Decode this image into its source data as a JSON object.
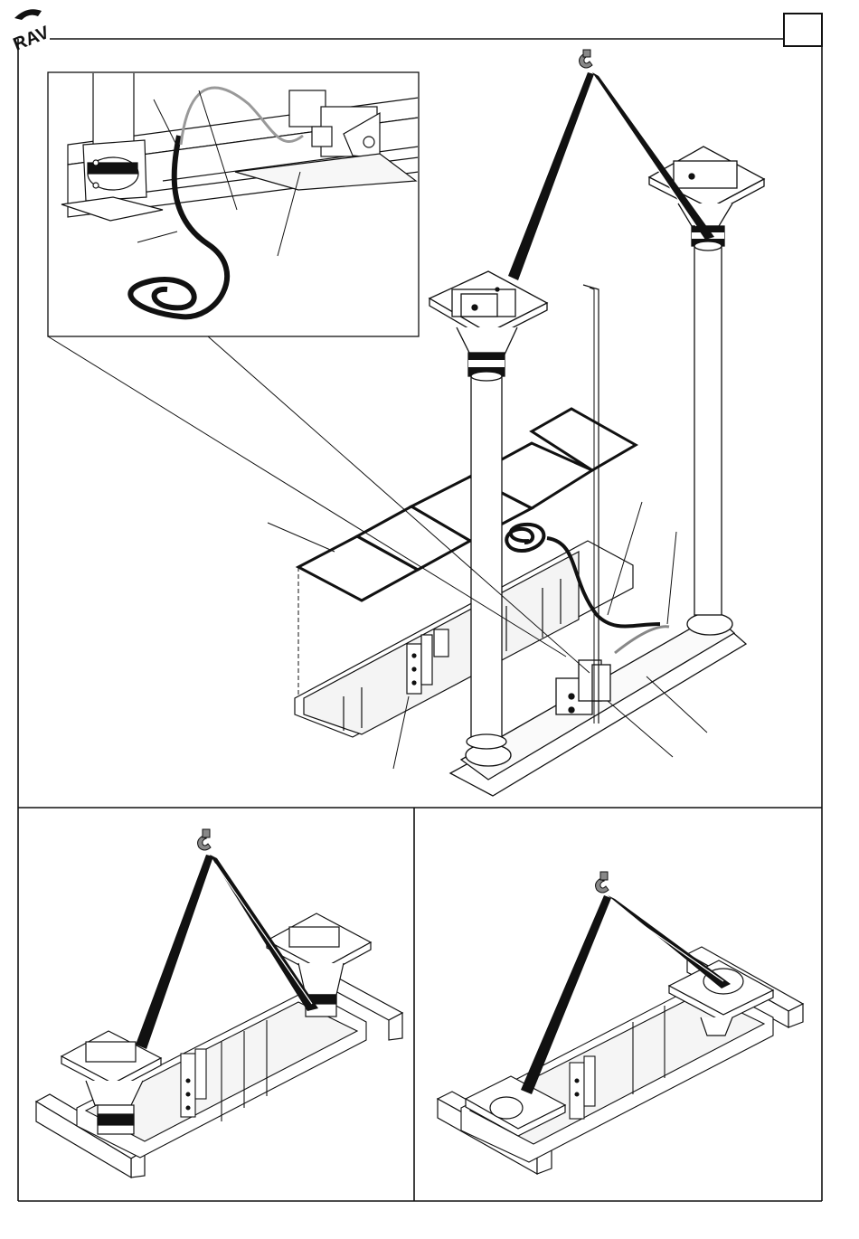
{
  "page": {
    "logo": {
      "text": "RAV",
      "icon": "rav-logo-icon"
    },
    "page_number_box": {
      "value": ""
    }
  },
  "figures": [
    {
      "name": "main-assembly",
      "icons": [
        "crane-hook-icon",
        "lifting-strap-icon",
        "column-icon",
        "coiled-cable-icon",
        "floor-template-icon"
      ]
    },
    {
      "name": "detail-inset",
      "icons": [
        "coiled-cable-icon",
        "hose-icon"
      ]
    },
    {
      "name": "lift-step-left",
      "icons": [
        "crane-hook-icon",
        "lifting-strap-icon",
        "wooden-beam-icon"
      ]
    },
    {
      "name": "lift-step-right",
      "icons": [
        "crane-hook-icon",
        "lifting-strap-icon",
        "wooden-beam-icon"
      ]
    }
  ]
}
